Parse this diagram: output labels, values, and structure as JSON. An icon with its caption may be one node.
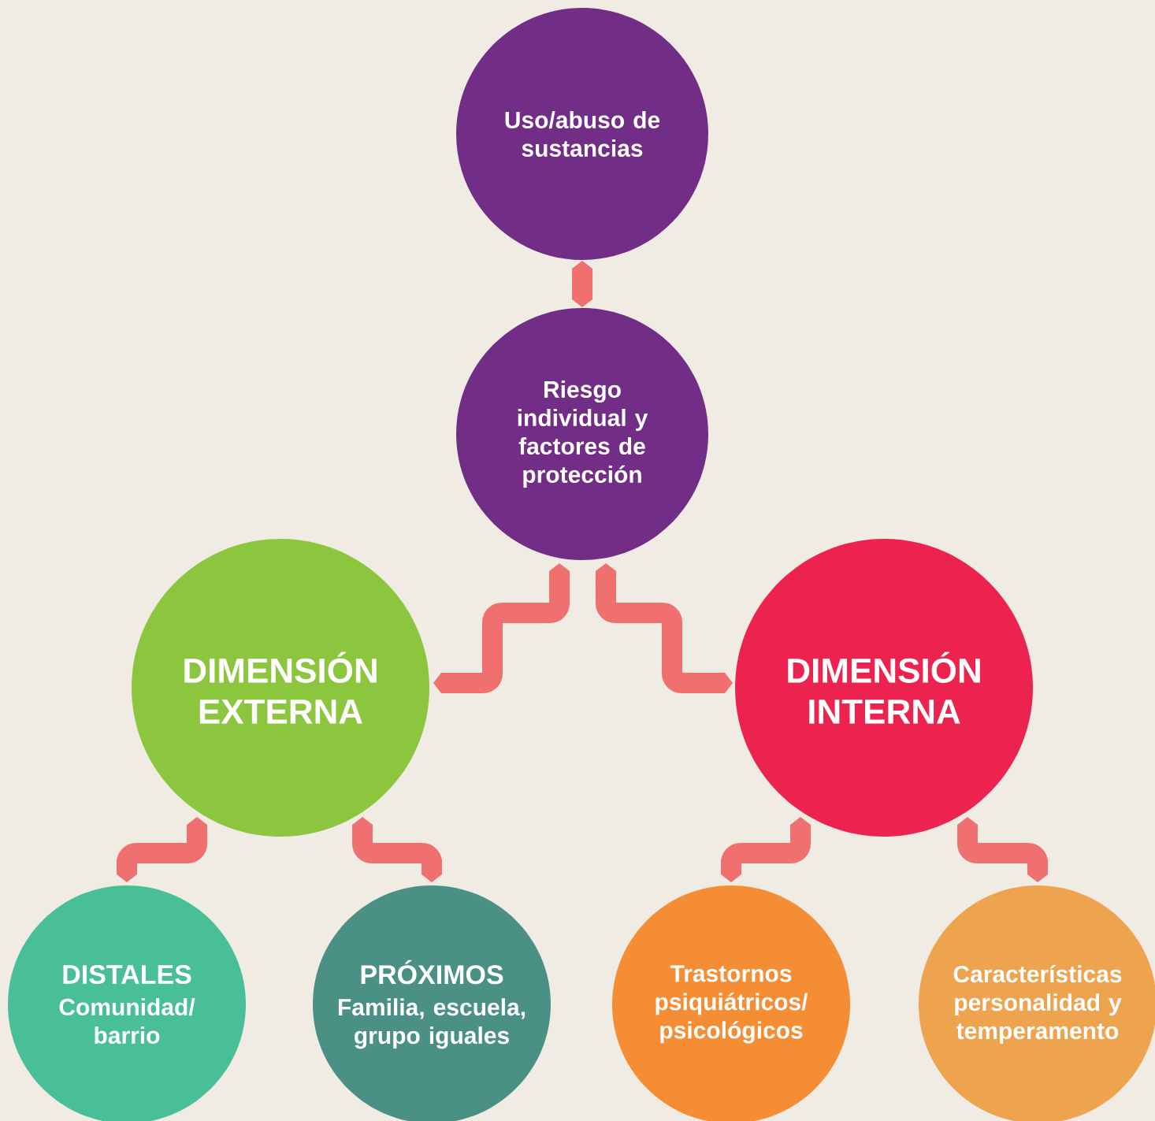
{
  "diagram": {
    "nodes": [
      {
        "text": [
          "Uso/abuso de sustancias"
        ]
      },
      {
        "text": [
          "Riesgo individual y factores de protección"
        ]
      },
      {
        "text": [
          "DIMENSIÓN EXTERNA"
        ]
      },
      {
        "text": [
          "DIMENSIÓN INTERNA"
        ]
      },
      {
        "text": [
          "DISTALES",
          "Comunidad/ barrio"
        ]
      },
      {
        "text": [
          "PRÓXIMOS",
          "Familia, escuela, grupo iguales"
        ]
      },
      {
        "text": [
          "Trastornos psiquiátricos/ psicológicos"
        ]
      },
      {
        "text": [
          "Características personalidad y temperamento"
        ]
      }
    ],
    "edges": [
      {
        "from": 0,
        "to": 1,
        "arrow": "both"
      },
      {
        "from": 1,
        "to": 2,
        "arrow": "both"
      },
      {
        "from": 1,
        "to": 3,
        "arrow": "both"
      },
      {
        "from": 2,
        "to": 4,
        "arrow": "both"
      },
      {
        "from": 2,
        "to": 5,
        "arrow": "both"
      },
      {
        "from": 3,
        "to": 6,
        "arrow": "both"
      },
      {
        "from": 3,
        "to": 7,
        "arrow": "both"
      }
    ]
  }
}
